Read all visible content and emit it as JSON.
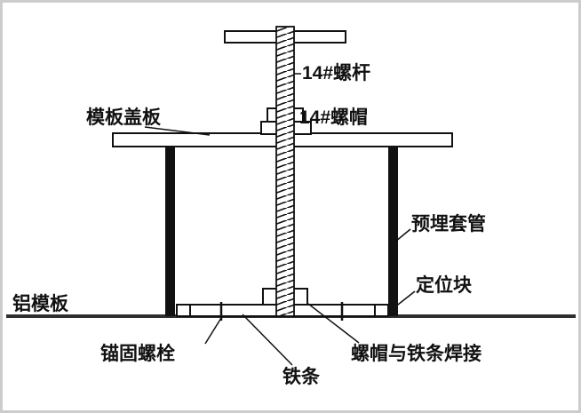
{
  "diagram": {
    "labels": {
      "screw_rod": "14#螺杆",
      "cover_plate": "模板盖板",
      "nut": "14#螺帽",
      "embedded_sleeve": "预埋套管",
      "positioning_block": "定位块",
      "aluminum_formwork": "铝模板",
      "anchor_bolt": "锚固螺栓",
      "iron_bar": "铁条",
      "nut_welded_to_iron_bar": "螺帽与铁条焊接"
    },
    "colors": {
      "line": "#111111",
      "sleeve_fill": "#111111",
      "base_line": "#2f2f2f",
      "background": "#ffffff",
      "frame_border": "#cccccc"
    }
  }
}
